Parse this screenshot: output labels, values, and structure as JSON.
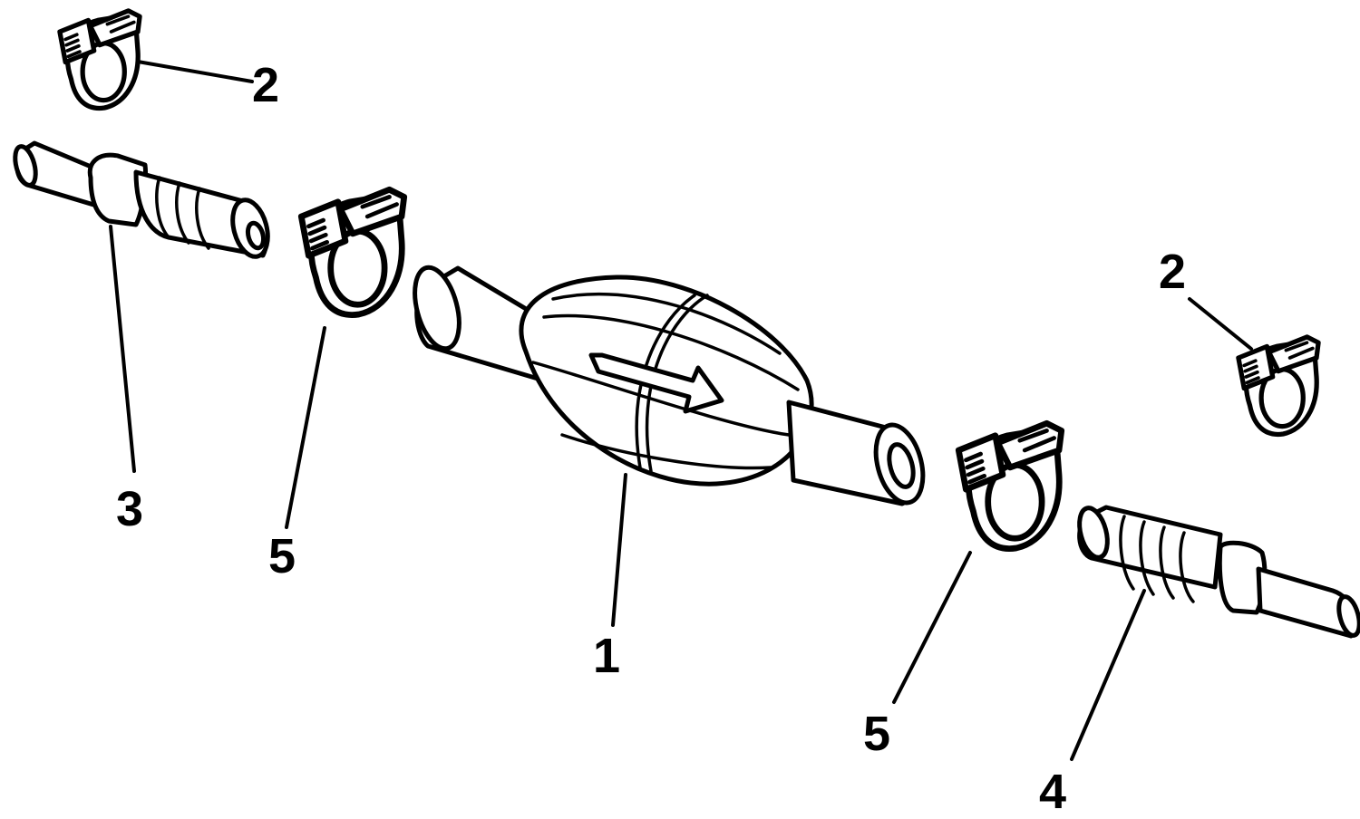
{
  "callouts": {
    "c1": "1",
    "c2_top": "2",
    "c2_right": "2",
    "c3": "3",
    "c4": "4",
    "c5_left": "5",
    "c5_right": "5"
  },
  "colors": {
    "ink": "#000000",
    "background": "#ffffff"
  },
  "parts": [
    {
      "ref": "1",
      "icon": "primer-bulb-icon"
    },
    {
      "ref": "2",
      "icon": "hose-clamp-icon"
    },
    {
      "ref": "3",
      "icon": "barbed-fitting-icon"
    },
    {
      "ref": "4",
      "icon": "barbed-fitting-icon"
    },
    {
      "ref": "5",
      "icon": "hose-clamp-icon"
    }
  ]
}
